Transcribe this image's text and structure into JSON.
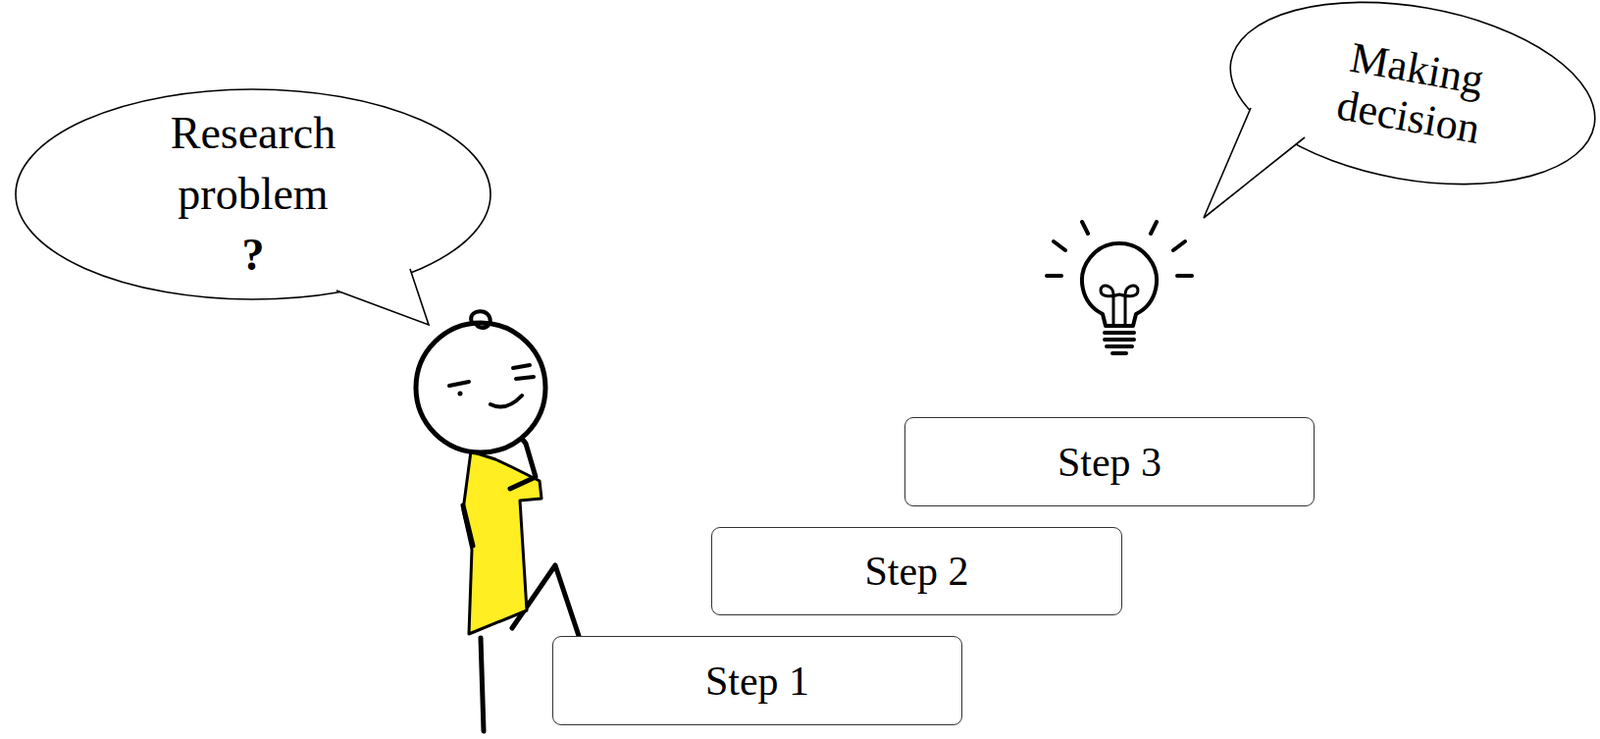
{
  "diagram": {
    "nodes": [
      {
        "text": [
          "Research problem",
          "?"
        ]
      },
      {
        "text": [
          "Step 1"
        ]
      },
      {
        "text": [
          "Step 2"
        ]
      },
      {
        "text": [
          "Step 3"
        ]
      },
      {
        "text": [
          "Making decision"
        ]
      }
    ]
  }
}
